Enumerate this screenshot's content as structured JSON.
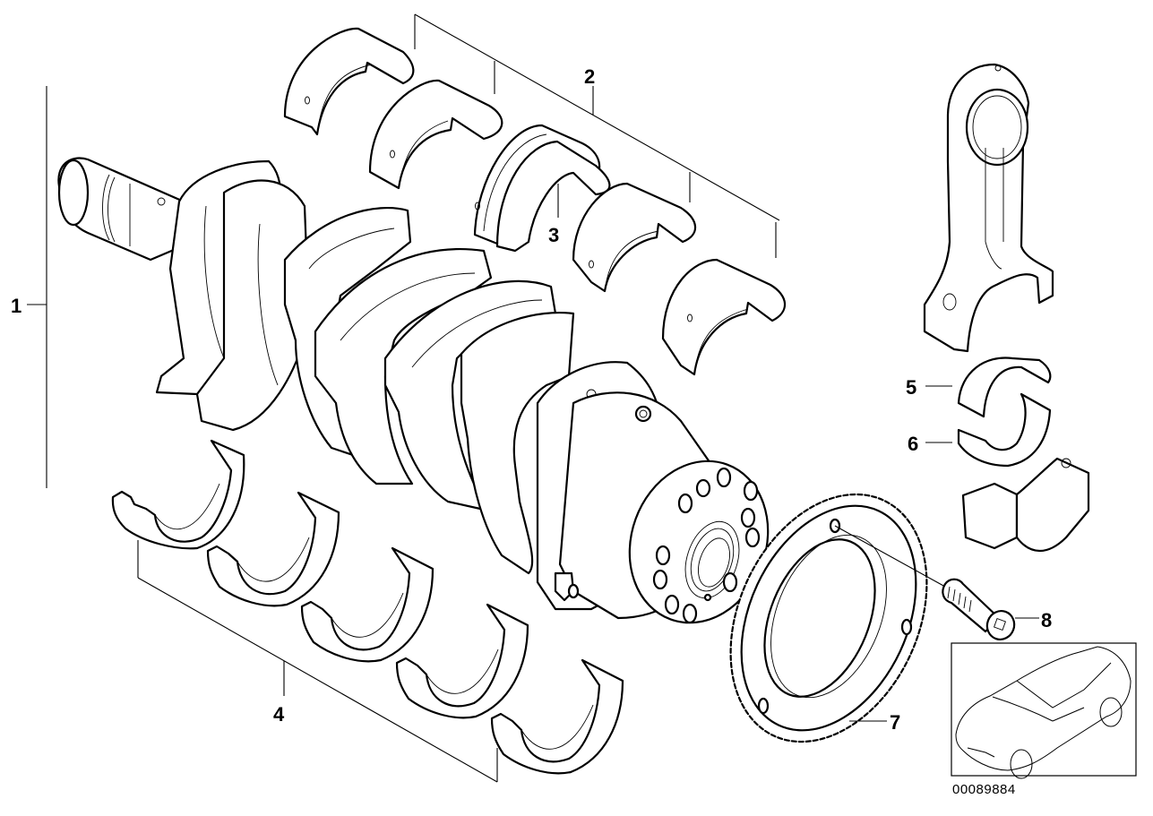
{
  "diagram": {
    "title": "Crankshaft with bearing shells",
    "type": "exploded parts diagram",
    "reference_number": "00089884",
    "callouts": [
      {
        "number": "1",
        "part": "crankshaft"
      },
      {
        "number": "2",
        "part": "main bearing shells (upper)"
      },
      {
        "number": "3",
        "part": "thrust bearing shell"
      },
      {
        "number": "4",
        "part": "main bearing shells (lower)"
      },
      {
        "number": "5",
        "part": "connecting rod bearing shell (upper)"
      },
      {
        "number": "6",
        "part": "connecting rod bearing shell (lower)"
      },
      {
        "number": "7",
        "part": "gear ring / increment wheel"
      },
      {
        "number": "8",
        "part": "bolt"
      }
    ],
    "thumbnail": {
      "subject": "vehicle outline (sedan)"
    }
  }
}
